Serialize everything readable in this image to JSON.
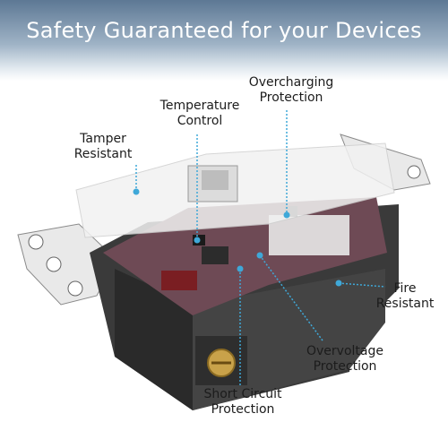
{
  "headline": "Safety Guaranteed for your Devices",
  "colors": {
    "accent": "#3fa8d8",
    "body": "#3a3a3a",
    "faceplate": "#f2f2f2",
    "circuit_board": "#6e4a55"
  },
  "callouts": [
    {
      "id": "tamper-resistant",
      "text": "Tamper\nResistant"
    },
    {
      "id": "temperature-control",
      "text": "Temperature\nControl"
    },
    {
      "id": "overcharging-protection",
      "text": "Overcharging\nProtection"
    },
    {
      "id": "fire-resistant",
      "text": "Fire\nResistant"
    },
    {
      "id": "overvoltage-protection",
      "text": "Overvoltage\nProtection"
    },
    {
      "id": "short-circuit-protection",
      "text": "Short Circuit\nProtection"
    }
  ]
}
